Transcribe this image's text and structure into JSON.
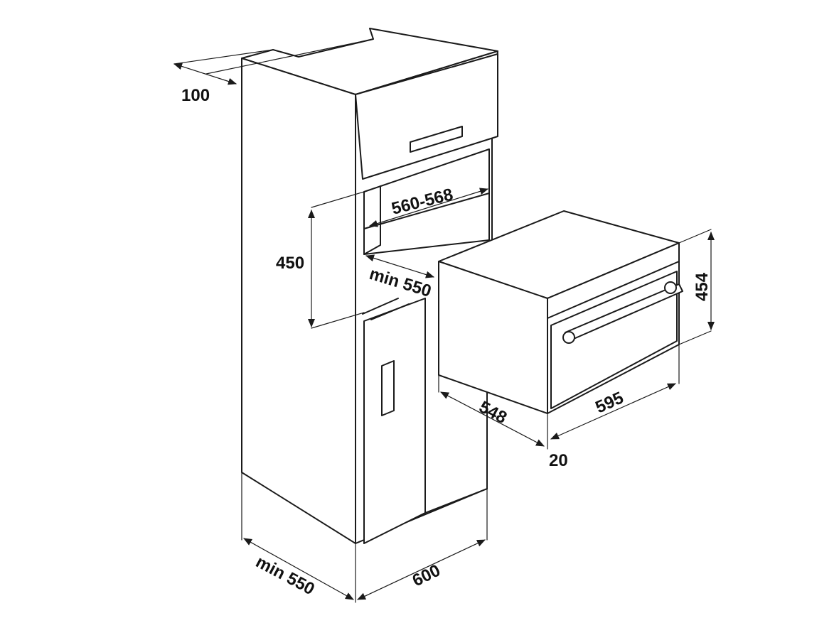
{
  "diagram": {
    "dimensions": {
      "top_gap": "100",
      "niche_width": "560-568",
      "niche_height": "450",
      "niche_depth": "min 550",
      "oven_height": "454",
      "oven_depth": "548",
      "oven_width": "595",
      "front_offset": "20",
      "cabinet_depth": "min 550",
      "cabinet_width": "600"
    }
  }
}
